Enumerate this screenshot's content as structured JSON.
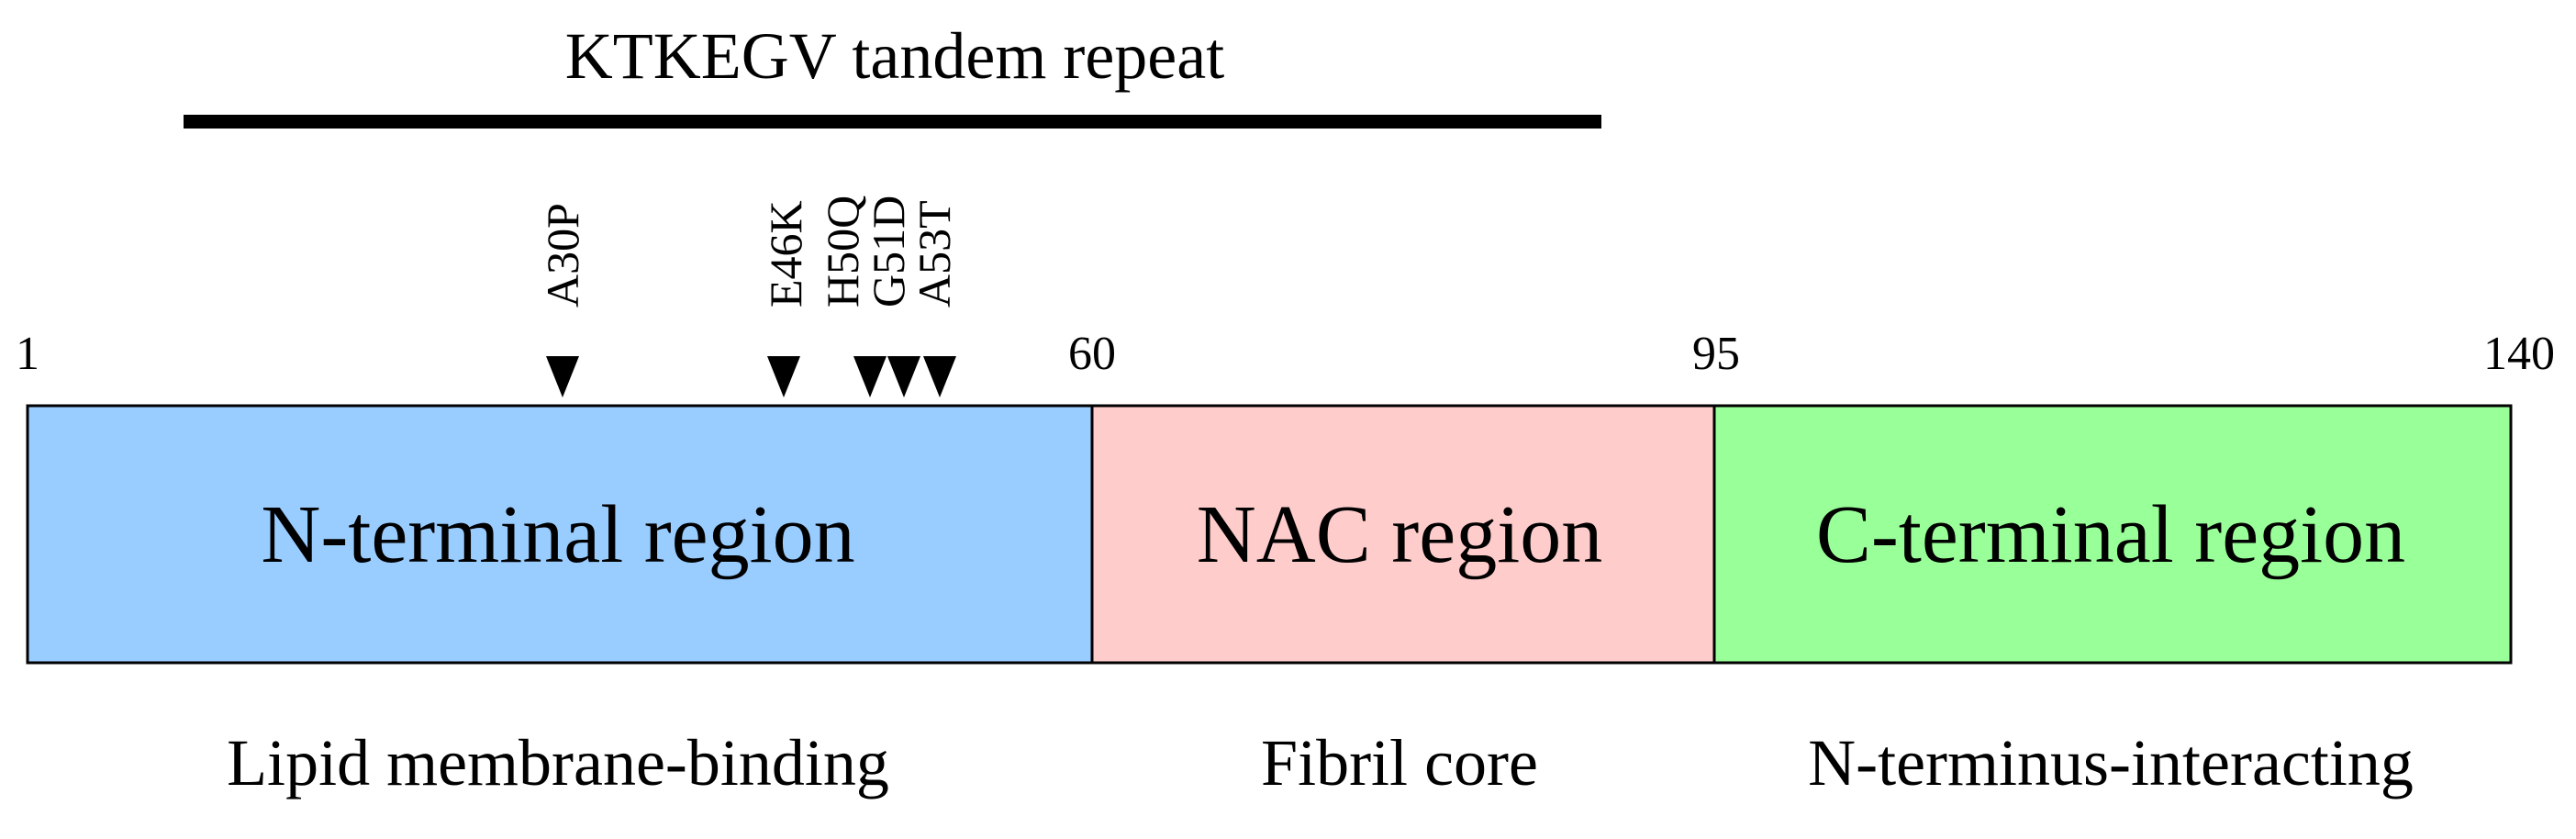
{
  "title": "KTKEGV tandem repeat",
  "residue_marks": [
    "1",
    "60",
    "95",
    "140"
  ],
  "mutations": [
    "A30P",
    "E46K",
    "H50Q",
    "G51D",
    "A53T"
  ],
  "regions": [
    {
      "name": "N-terminal region",
      "start": 1,
      "end": 60,
      "color": "#99ccff",
      "function": "Lipid membrane-binding"
    },
    {
      "name": "NAC region",
      "start": 61,
      "end": 95,
      "color": "#ffcccc",
      "function": "Fibril core"
    },
    {
      "name": "C-terminal region",
      "start": 96,
      "end": 140,
      "color": "#99ff99",
      "function": "N-terminus-interacting"
    }
  ]
}
